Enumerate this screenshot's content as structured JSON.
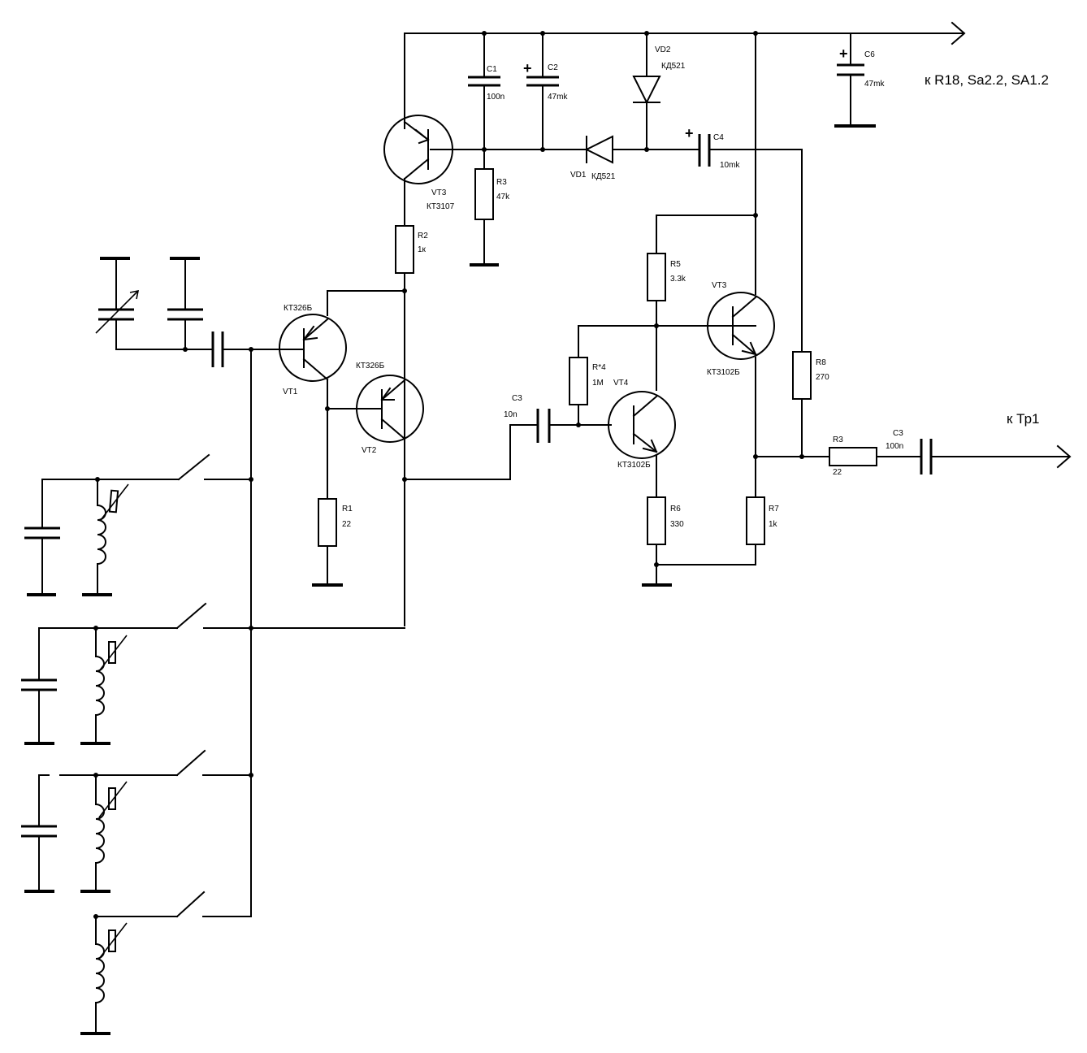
{
  "outputs": {
    "power_out": "к R18, Sa2.2, SA1.2",
    "signal_out": "к Тр1"
  },
  "components": {
    "C1": {
      "ref": "C1",
      "value": "100n"
    },
    "C2": {
      "ref": "C2",
      "value": "47mk",
      "polarity": "+"
    },
    "C6": {
      "ref": "C6",
      "value": "47mk",
      "polarity": "+"
    },
    "C4": {
      "ref": "C4",
      "value": "10mk",
      "polarity": "+"
    },
    "C3_mid": {
      "ref": "C3",
      "value": "10n"
    },
    "C3_out": {
      "ref": "C3",
      "value": "100n"
    },
    "VD1": {
      "ref": "VD1",
      "value": "КД521"
    },
    "VD2": {
      "ref": "VD2",
      "value": "КД521"
    },
    "R1": {
      "ref": "R1",
      "value": "22"
    },
    "R2": {
      "ref": "R2",
      "value": "1к"
    },
    "R3_top": {
      "ref": "R3",
      "value": "47k"
    },
    "R3_out": {
      "ref": "R3",
      "value": "22"
    },
    "R4": {
      "ref": "R*4",
      "value": "1M"
    },
    "R5": {
      "ref": "R5",
      "value": "3.3k"
    },
    "R6": {
      "ref": "R6",
      "value": "330"
    },
    "R7": {
      "ref": "R7",
      "value": "1k"
    },
    "R8": {
      "ref": "R8",
      "value": "270"
    },
    "VT3_top": {
      "ref": "VT3",
      "value": "КТ3107"
    },
    "VT1": {
      "ref": "VT1",
      "value": "КТ326Б"
    },
    "VT2": {
      "ref": "VT2",
      "value": "КТ326Б"
    },
    "VT3_right": {
      "ref": "VT3",
      "value": "КТ3102Б"
    },
    "VT4": {
      "ref": "VT4",
      "value": "КТ3102Б"
    }
  }
}
